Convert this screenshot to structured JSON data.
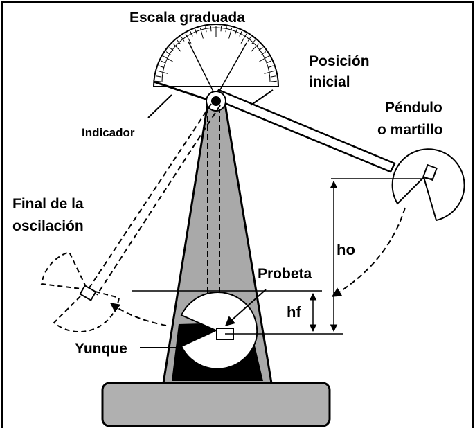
{
  "labels": {
    "escala": "Escala graduada",
    "posicion_line1": "Posición",
    "posicion_line2": "inicial",
    "pendulo_line1": "Péndulo",
    "pendulo_line2": "o martillo",
    "indicador": "Indicador",
    "final_line1": "Final de la",
    "final_line2": "oscilación",
    "ho": "ho",
    "probeta": "Probeta",
    "hf": "hf",
    "yunque": "Yunque"
  },
  "colors": {
    "column": "#a9a9a9",
    "base": "#b0b0b0",
    "ink": "#000000",
    "background": "#ffffff",
    "border": "#000000"
  }
}
